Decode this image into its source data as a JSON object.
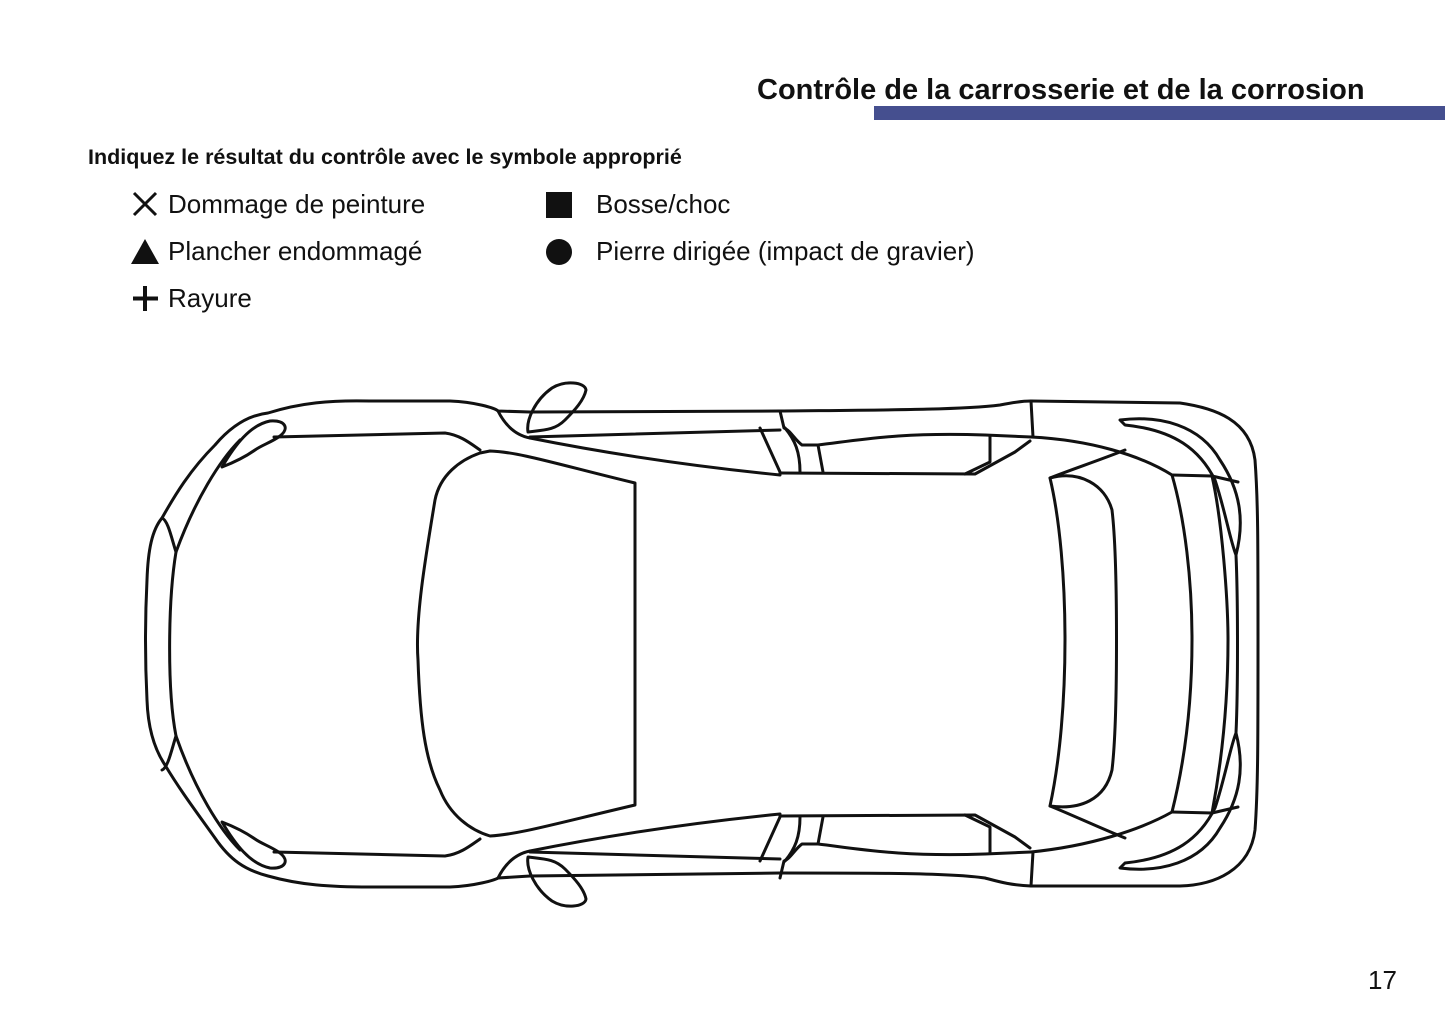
{
  "header": {
    "section_title": "Contrôle de la carrosserie et de la corrosion",
    "accent_bar_color": "#454f8f"
  },
  "instruction": "Indiquez le résultat du contrôle avec le symbole approprié",
  "legend": {
    "left": [
      {
        "icon": "x-cross-icon",
        "label": "Dommage de peinture"
      },
      {
        "icon": "filled-triangle-icon",
        "label": "Plancher endommagé"
      },
      {
        "icon": "plus-icon",
        "label": "Rayure"
      }
    ],
    "right": [
      {
        "icon": "filled-square-icon",
        "label": "Bosse/choc"
      },
      {
        "icon": "filled-circle-icon",
        "label": "Pierre dirigée (impact de gravier)"
      }
    ]
  },
  "diagram": {
    "subject": "car-top-view-outline"
  },
  "footer": {
    "page_number": "17"
  }
}
